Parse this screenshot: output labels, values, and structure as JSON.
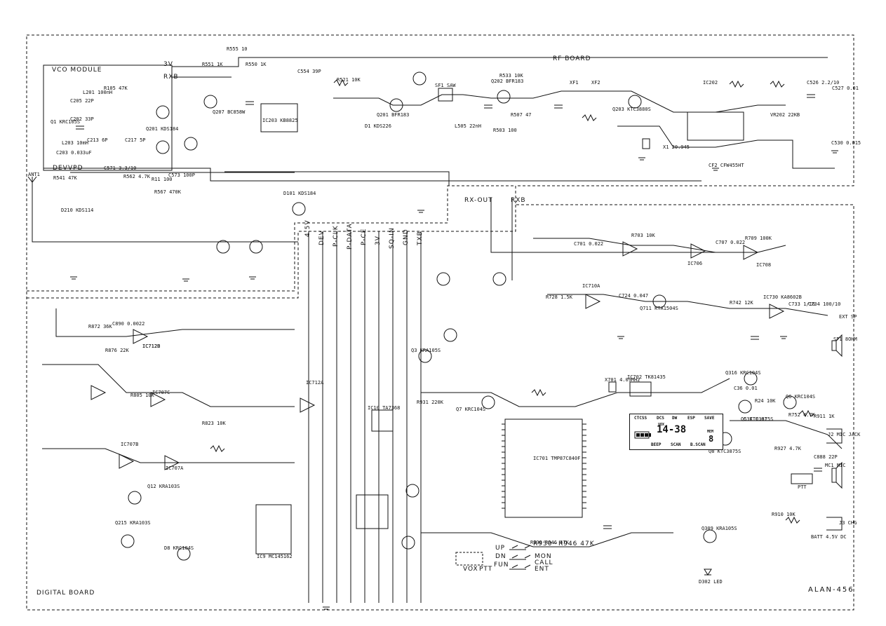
{
  "sheet": {
    "model_id": "ALAN-456",
    "rf_board_title": "RF BOARD",
    "digital_board_title": "DIGITAL BOARD",
    "vco_module_title": "VCO MODULE"
  },
  "rails": {
    "v3": "3V",
    "rxb": "RXB",
    "dev": "DEV",
    "vpd": "VPD",
    "rx_out": "RX-OUT",
    "rxb2": "RXB",
    "ant": "ANT1"
  },
  "bus_labels": [
    "4.5V",
    "DEV",
    "P-CLK",
    "P-DATA",
    "P-CE",
    "3V",
    "SQ-IN",
    "GND",
    "TXB"
  ],
  "rf_parts": [
    "R555 10",
    "R551 1K",
    "R550 1K",
    "C554 39P",
    "R521 10K",
    "R533 10K",
    "XF1",
    "XF2",
    "Q203 KTC3880S",
    "IC203 KB8825",
    "Q201 BFR183",
    "Q202 BFR183",
    "Q207 BC858W",
    "SF1 SAW",
    "L505 22nH",
    "C526 2.2/10",
    "IC202",
    "VR202 22KB",
    "CF2 CFW455HT",
    "X1 20.945",
    "C527 0.01",
    "C530 0.015",
    "D1 KDS226",
    "R507 47",
    "R503 100"
  ],
  "vco_parts": [
    "R105 47K",
    "L201 100nH",
    "Q201 KDS184",
    "C205 22P",
    "C202 33P",
    "L203 10mH",
    "C203 0.033uF",
    "Q1 KRC105S",
    "C213 6P",
    "C217 5P",
    "C571 3.3/10",
    "R562 4.7K",
    "C573 100P",
    "R11 100",
    "R541 47K",
    "R567 470K"
  ],
  "audio_parts": [
    "C701 0.022",
    "R703 10K",
    "IC706",
    "IC708",
    "C707 0.022",
    "R709 100K",
    "R728 1.5K",
    "IC710A",
    "C724 0.047",
    "Q711 KTA1504S",
    "R742 12K",
    "IC730 KA8602B",
    "C733 1/16",
    "C734 100/10",
    "EXT SP",
    "SP1 8OHM",
    "Q316 KRC104S",
    "R752 4.7K",
    "J2 MIC JACK",
    "MC1 MIC",
    "PTT",
    "R911 1K",
    "R910 10K",
    "R927 4.7K",
    "C888 22P",
    "J3 CHG",
    "BATT 4.5V DC"
  ],
  "digital_parts": [
    "IC712B",
    "R872 36K",
    "C890 0.0022",
    "R876 22K",
    "IC707A",
    "IC707B",
    "IC707C",
    "R805 10K",
    "Q12 KRA103S",
    "Q215 KRA103S",
    "D8 KRC104S",
    "Q3 KRA105S",
    "R823 10K",
    "IC712A",
    "R931 220K",
    "Q7 KRC104S",
    "IC10 TA7368",
    "IC9 MC145162",
    "IC701 TMP87C840F",
    "IC702 TK81435",
    "X701 4.09MHz",
    "R930-R946 47K",
    "D302 LED",
    "Q309 KRA105S",
    "C36 0.01",
    "C37 0.01",
    "R24 10K",
    "Q6 KRC104S"
  ],
  "keys": [
    "UP",
    "DN",
    "FUN",
    "MON",
    "CALL",
    "ENT",
    "VOX",
    "PTT"
  ],
  "lcd": {
    "indicators": [
      "CTCSS",
      "DCS",
      "DW",
      "ESP",
      "SAVE"
    ],
    "digits": "14-38",
    "small_digit": "8",
    "bottom": [
      "BEEP",
      "SCAN",
      "B.SCAN"
    ],
    "vox_label": "VOX",
    "mem_label": "MEM"
  },
  "labels_misc": {
    "d101": "D101 KDS184",
    "d210": "D210 KDS114",
    "q8": "Q8 KTC3875S",
    "q5": "Q5 KTC3875S",
    "ic712b_label": "IC712B",
    "keypad_note": "R930~R946 47K"
  }
}
